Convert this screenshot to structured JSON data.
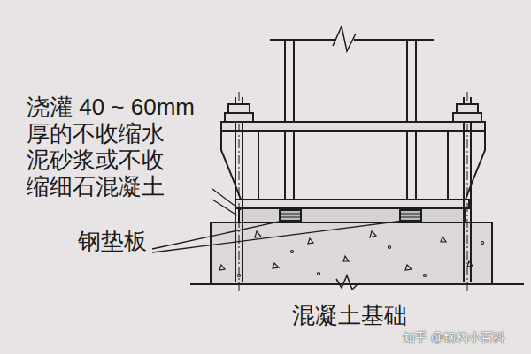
{
  "diagram": {
    "labels": [
      "浇灌 40 ~ 60mm 厚的不收缩水 泥砂浆或不收 缩细石混凝土",
      "钢垫板",
      "混凝土基础",
      "知乎 @钢构小百科"
    ]
  }
}
